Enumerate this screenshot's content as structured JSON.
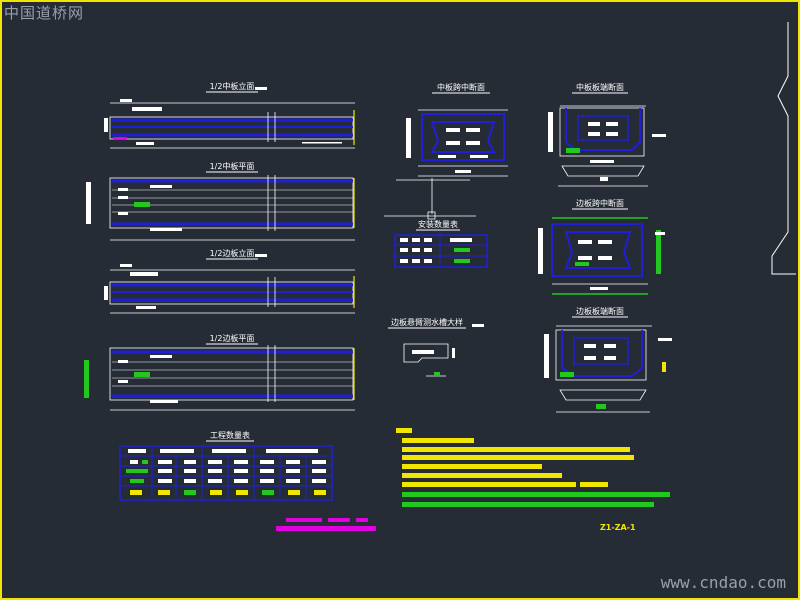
{
  "watermark_top": "中国道桥网",
  "watermark_bottom": "www.cndao.com",
  "drawing_number": "Z1-ZA-1",
  "views": {
    "mid_elevation": "1/2中板立面",
    "mid_plan": "1/2中板平面",
    "edge_elevation": "1/2边板立面",
    "edge_plan": "1/2边板平面",
    "mid_span_section": "中板跨中断面",
    "mid_end_section": "中板板端断面",
    "edge_span_section": "边板跨中断面",
    "edge_end_section": "边板板端断面",
    "drain_detail": "边板悬臂测水槽大样"
  },
  "tables": {
    "install_qty": "安装数量表",
    "work_qty": "工程数量表"
  },
  "colors": {
    "background": "#262c36",
    "border": "#f2e600",
    "slab_lines": "#1f1fd8",
    "notes": "#f2e600",
    "green": "#22c81e",
    "magenta": "#e000e0"
  }
}
